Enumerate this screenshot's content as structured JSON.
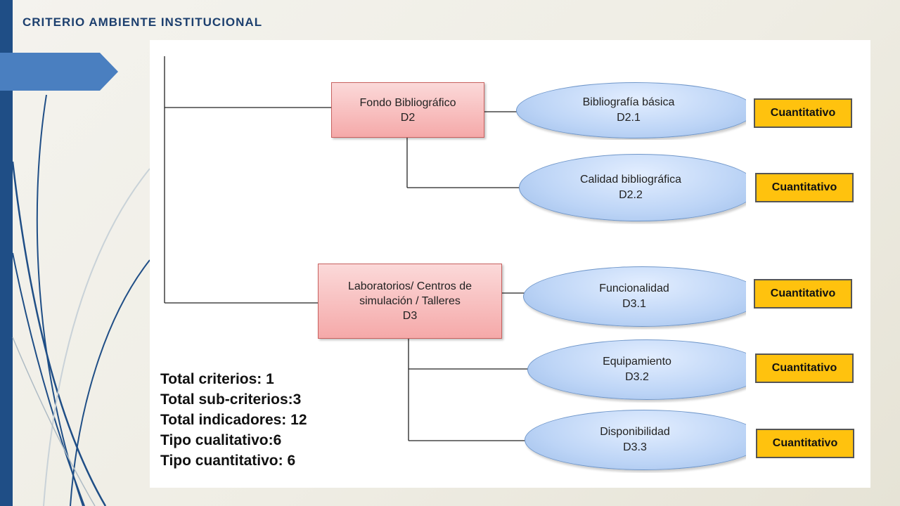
{
  "slide": {
    "title": "CRITERIO AMBIENTE INSTITUCIONAL",
    "colors": {
      "accent_bar": "#1f4e86",
      "arrow_tab": "#4a7fc0",
      "title_text": "#1c3f6e"
    }
  },
  "diagram": {
    "colors": {
      "node_fill": "#f5a9a9",
      "indicator_fill": "#bcd4f6",
      "badge_fill": "#ffc20e"
    },
    "subcriteria": [
      {
        "name": "Fondo Bibliográfico",
        "code": "D2",
        "indicators": [
          {
            "name": "Bibliografía básica",
            "code": "D2.1",
            "type": "Cuantitativo"
          },
          {
            "name": "Calidad bibliográfica",
            "code": "D2.2",
            "type": "Cuantitativo"
          }
        ]
      },
      {
        "name_line1": "Laboratorios/ Centros de",
        "name_line2": "simulación / Talleres",
        "code": "D3",
        "indicators": [
          {
            "name": "Funcionalidad",
            "code": "D3.1",
            "type": "Cuantitativo"
          },
          {
            "name": "Equipamiento",
            "code": "D3.2",
            "type": "Cuantitativo"
          },
          {
            "name": "Disponibilidad",
            "code": "D3.3",
            "type": "Cuantitativo"
          }
        ]
      }
    ],
    "totals": [
      "Total criterios: 1",
      "Total sub-criterios:3",
      "Total indicadores: 12",
      "Tipo cualitativo:6",
      "Tipo cuantitativo: 6"
    ]
  }
}
